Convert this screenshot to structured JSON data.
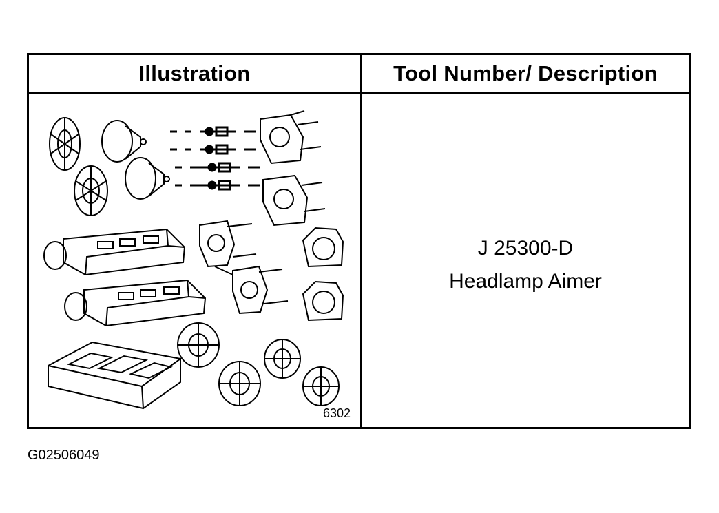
{
  "table": {
    "header_illustration": "Illustration",
    "header_description": "Tool Number/ Description",
    "figure_number": "6302",
    "tool_number": "J 25300-D",
    "tool_name": "Headlamp Aimer"
  },
  "document_id": "G02506049",
  "illustration": {
    "icons": [
      "adapter-ring-icon",
      "aimer-cup-icon",
      "screw-set-icon",
      "mounting-bracket-icon",
      "aimer-unit-icon",
      "storage-case-icon"
    ]
  }
}
